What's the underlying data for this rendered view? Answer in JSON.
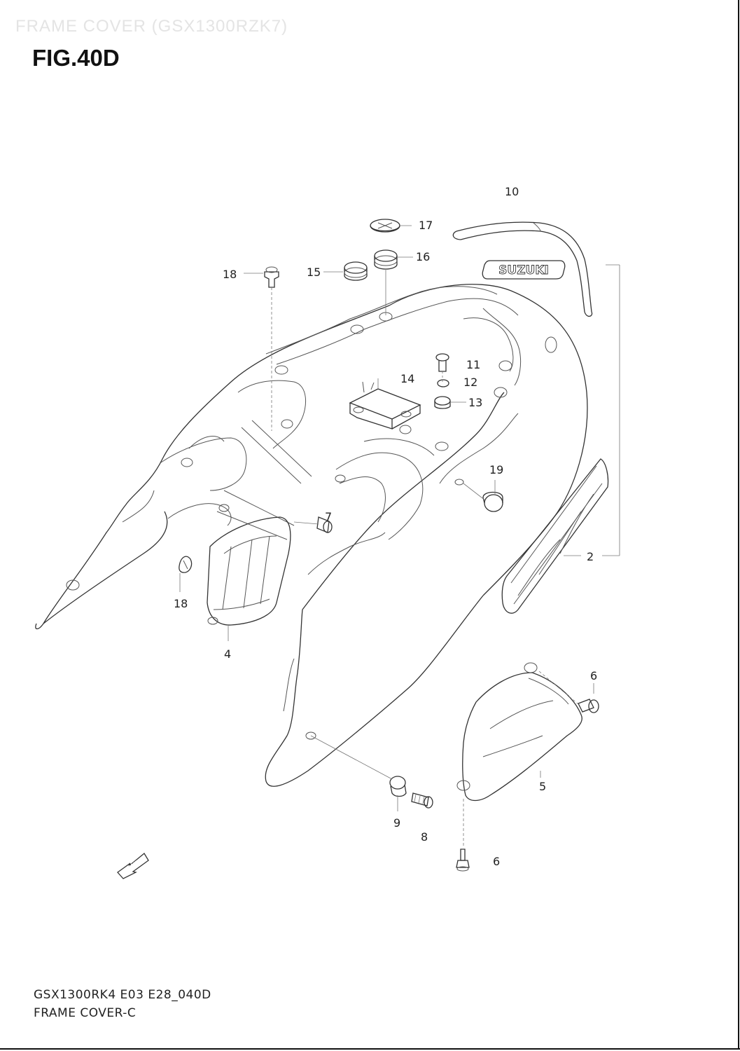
{
  "header": {
    "watermark_text": "FRAME COVER (GSX1300RZK7)",
    "figure_title": "FIG.40D"
  },
  "callouts": [
    {
      "id": "c10",
      "text": "10"
    },
    {
      "id": "c17",
      "text": "17"
    },
    {
      "id": "c16",
      "text": "16"
    },
    {
      "id": "c15",
      "text": "15"
    },
    {
      "id": "c18a",
      "text": "18"
    },
    {
      "id": "c11",
      "text": "11"
    },
    {
      "id": "c14",
      "text": "14"
    },
    {
      "id": "c12",
      "text": "12"
    },
    {
      "id": "c13",
      "text": "13"
    },
    {
      "id": "c19",
      "text": "19"
    },
    {
      "id": "c7",
      "text": "7"
    },
    {
      "id": "c2",
      "text": "2"
    },
    {
      "id": "c18b",
      "text": "18"
    },
    {
      "id": "c4",
      "text": "4"
    },
    {
      "id": "c6a",
      "text": "6"
    },
    {
      "id": "c5",
      "text": "5"
    },
    {
      "id": "c9",
      "text": "9"
    },
    {
      "id": "c8",
      "text": "8"
    },
    {
      "id": "c6b",
      "text": "6"
    }
  ],
  "emblems": {
    "brand": "SUZUKI",
    "fwd": "FWD"
  },
  "footer": {
    "code": "GSX1300RK4 E03 E28_040D",
    "name": "FRAME COVER-C"
  },
  "colors": {
    "line": "#333333",
    "background": "#ffffff",
    "title": "#111111"
  }
}
